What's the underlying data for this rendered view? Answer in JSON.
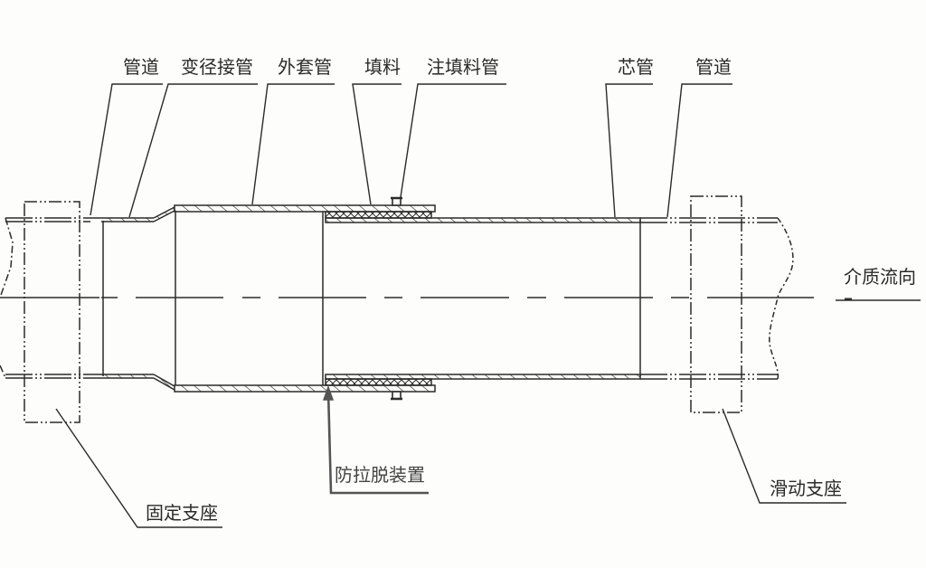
{
  "diagram": {
    "title_hidden": "",
    "colors": {
      "line": "#2b2b2b",
      "background": "#fdfdfb",
      "arrow": "#555555"
    },
    "top_labels": [
      {
        "id": "pipe-left",
        "text": "管道"
      },
      {
        "id": "reducer",
        "text": "变径接管"
      },
      {
        "id": "outer-sleeve",
        "text": "外套管"
      },
      {
        "id": "packing",
        "text": "填料"
      },
      {
        "id": "packing-injection-pipe",
        "text": "注填料管"
      },
      {
        "id": "core-pipe",
        "text": "芯管"
      },
      {
        "id": "pipe-right",
        "text": "管道"
      }
    ],
    "flow_label": "介质流向",
    "bottom_labels": {
      "fixed_support": "固定支座",
      "anti_pullout": "防拉脱装置",
      "sliding_support": "滑动支座"
    }
  }
}
